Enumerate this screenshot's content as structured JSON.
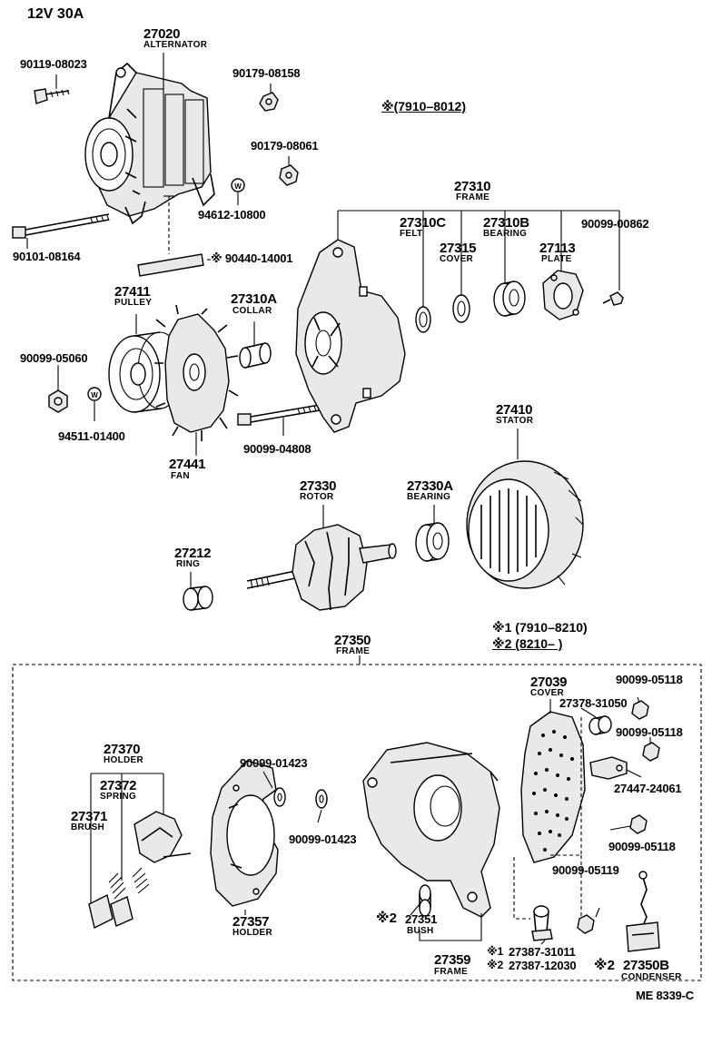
{
  "header": {
    "spec": "12V  30A"
  },
  "notes": {
    "range_main": "※(7910–8012)",
    "range_1": "※1 (7910–8210)",
    "range_2": "※2 (8210–        )"
  },
  "parts": {
    "p27020": {
      "number": "27020",
      "name": "ALTERNATOR"
    },
    "p90119_08023": {
      "number": "90119-08023"
    },
    "p90179_08158": {
      "number": "90179-08158"
    },
    "p90179_08061": {
      "number": "90179-08061"
    },
    "p94612_10800": {
      "number": "94612-10800"
    },
    "p90101_08164": {
      "number": "90101-08164"
    },
    "p90440_14001": {
      "number": "※ 90440-14001"
    },
    "p27310": {
      "number": "27310",
      "name": "FRAME"
    },
    "p27310C": {
      "number": "27310C",
      "name": "FELT"
    },
    "p27310B": {
      "number": "27310B",
      "name": "BEARING"
    },
    "p27315": {
      "number": "27315",
      "name": "COVER"
    },
    "p27113": {
      "number": "27113",
      "name": "PLATE"
    },
    "p90099_00862": {
      "number": "90099-00862"
    },
    "p27411": {
      "number": "27411",
      "name": "PULLEY"
    },
    "p27310A": {
      "number": "27310A",
      "name": "COLLAR"
    },
    "p90099_05060": {
      "number": "90099-05060"
    },
    "p94511_01400": {
      "number": "94511-01400"
    },
    "p90099_04808": {
      "number": "90099-04808"
    },
    "p27441": {
      "number": "27441",
      "name": "FAN"
    },
    "p27410": {
      "number": "27410",
      "name": "STATOR"
    },
    "p27330": {
      "number": "27330",
      "name": "ROTOR"
    },
    "p27330A": {
      "number": "27330A",
      "name": "BEARING"
    },
    "p27212": {
      "number": "27212",
      "name": "RING"
    },
    "p27350": {
      "number": "27350",
      "name": "FRAME"
    },
    "p27039": {
      "number": "27039",
      "name": "COVER"
    },
    "p27378_31050": {
      "number": "27378-31050"
    },
    "p90099_05118a": {
      "number": "90099-05118"
    },
    "p90099_05118b": {
      "number": "90099-05118"
    },
    "p90099_05118c": {
      "number": "90099-05118"
    },
    "p27447_24061": {
      "number": "27447-24061"
    },
    "p27370": {
      "number": "27370",
      "name": "HOLDER"
    },
    "p27372": {
      "number": "27372",
      "name": "SPRING"
    },
    "p27371": {
      "number": "27371",
      "name": "BRUSH"
    },
    "p90099_01423a": {
      "number": "90099-01423"
    },
    "p90099_01423b": {
      "number": "90099-01423"
    },
    "p27357": {
      "number": "27357",
      "name": "HOLDER"
    },
    "p90099_05119": {
      "number": "90099-05119"
    },
    "p27351": {
      "mark": "※2",
      "number": "27351",
      "name": "BUSH"
    },
    "p27359": {
      "number": "27359",
      "name": "FRAME"
    },
    "p27387_31011": {
      "mark": "※1",
      "number": "27387-31011"
    },
    "p27387_12030": {
      "mark": "※2",
      "number": "27387-12030"
    },
    "p27350B": {
      "mark": "※2",
      "number": "27350B",
      "name": "CONDENSER"
    }
  },
  "footer": {
    "code": "ME  8339-C"
  }
}
